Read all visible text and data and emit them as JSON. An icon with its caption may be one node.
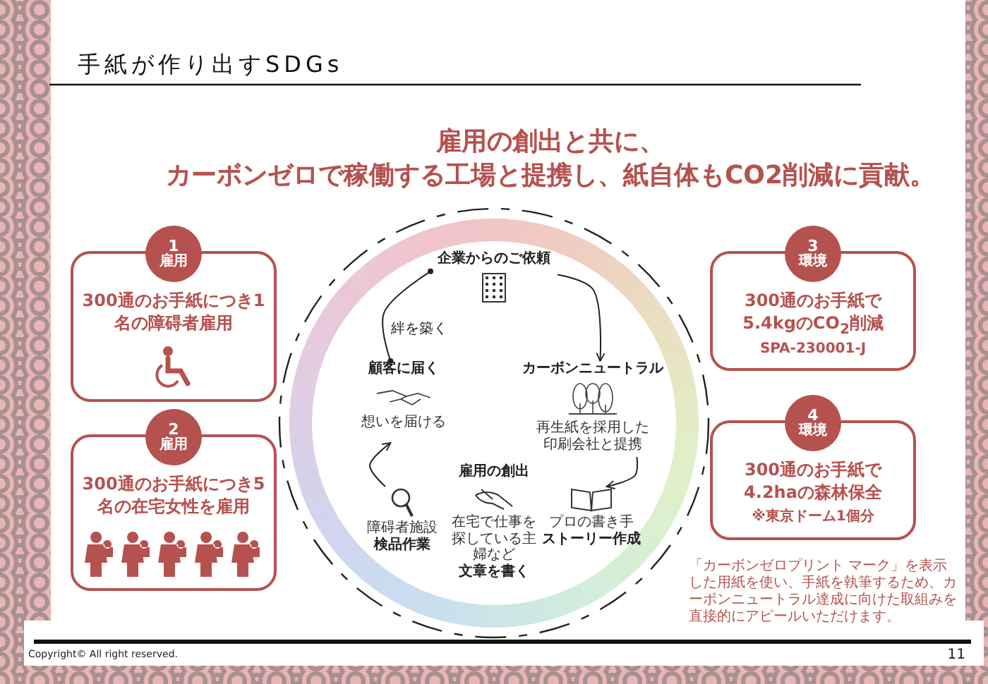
{
  "diagram": {
    "title": "手紙が作り出すSDGs",
    "nodes": [
      {
        "text": [
          "1",
          "雇用",
          "300通のお手紙につき1名の障碍者雇用"
        ]
      },
      {
        "text": [
          "2",
          "雇用",
          "300通のお手紙につき5名の在宅女性を雇用"
        ]
      },
      {
        "text": [
          "3",
          "環境",
          "300通のお手紙で5.4kgのCO$_{2}$削減",
          "SPA-230001-J"
        ]
      },
      {
        "text": [
          "4",
          "環境",
          "300通のお手紙で4.2haの森林保全",
          "※東京ドーム1個分"
        ]
      },
      {
        "text": [
          "企業からのご依頼"
        ]
      },
      {
        "text": [
          "カーボンニュートラル",
          "再生紙を採用した印刷会社と提携"
        ]
      },
      {
        "text": [
          "プロの書き手",
          "ストーリー作成"
        ]
      },
      {
        "text": [
          "在宅で仕事を探している主婦など",
          "文章を書く"
        ]
      },
      {
        "text": [
          "障碍者施設",
          "検品作業"
        ]
      },
      {
        "text": [
          "顧客に届く",
          "想いを届ける"
        ]
      }
    ],
    "edges": [
      {
        "from": 4,
        "to": 5,
        "arrow": "to"
      },
      {
        "from": 5,
        "to": 6,
        "arrow": "to"
      },
      {
        "from": 8,
        "to": 9,
        "arrow": "to"
      },
      {
        "from": 9,
        "to": 4,
        "arrow": "other",
        "label": "絆を築く"
      }
    ],
    "labels": [
      "雇用の創出と共に、",
      "カーボンゼロで稼働する工場と提携し、紙自体もCO2削減に貢献。",
      "雇用の創出",
      "「カーボンゼロプリント マーク」を表示した用紙を使い、手紙を執筆するため、カーボンニュートラル達成に向けた取組みを直接的にアピールいただけます。",
      "Copyright© All right reserved.",
      "11"
    ]
  }
}
